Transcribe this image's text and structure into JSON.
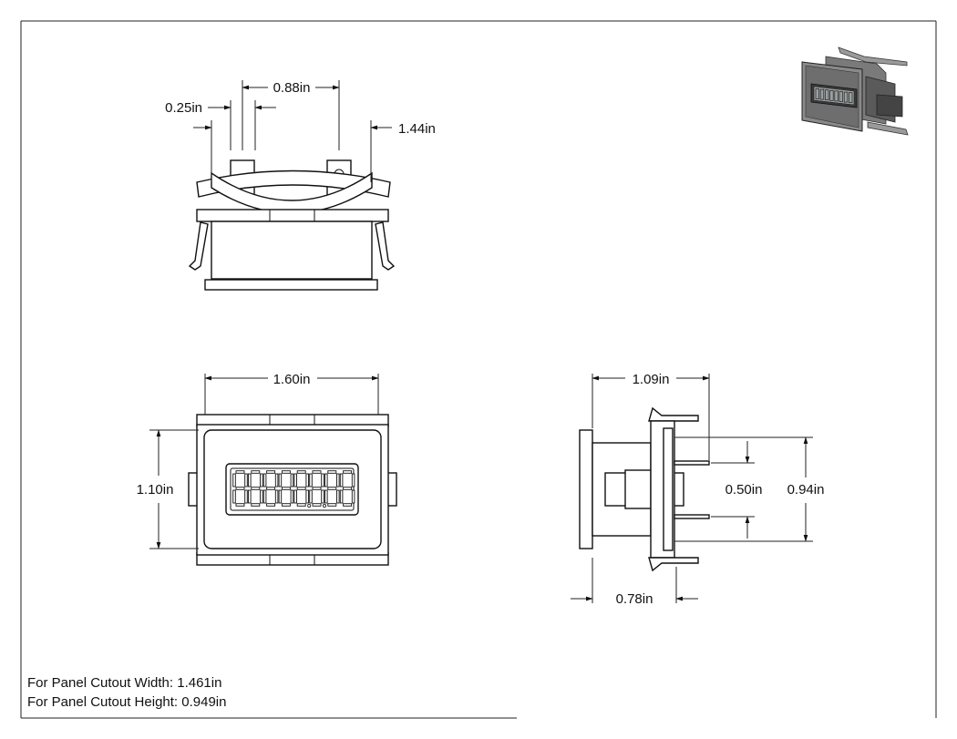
{
  "dimensions": {
    "top_pin_offset": "0.25in",
    "top_pin_spacing": "0.88in",
    "top_clip_span": "1.44in",
    "front_width": "1.60in",
    "front_height": "1.10in",
    "side_depth": "1.09in",
    "side_pin_spacing": "0.50in",
    "side_body_height": "0.94in",
    "side_body_depth": "0.78in"
  },
  "notes": {
    "cutout_width": "For Panel Cutout Width: 1.461in",
    "cutout_height": "For Panel Cutout Height: 0.949in"
  },
  "display": {
    "digits": 8
  },
  "colors": {
    "line": "#111111",
    "iso_body": "#555555",
    "iso_frame": "#8a8a8a"
  }
}
